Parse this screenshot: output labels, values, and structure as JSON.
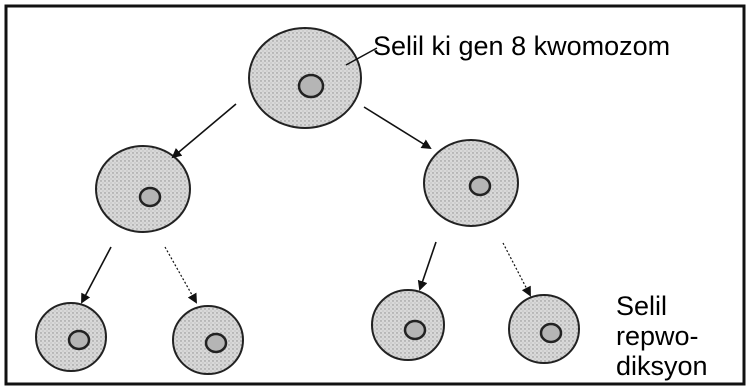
{
  "labels": {
    "parent_cell": "Selil ki gen 8 kwomozom",
    "reproduction_cells": [
      "Selil",
      "repwo-",
      "diksyon"
    ]
  },
  "colors": {
    "stroke": "#111111",
    "cell_fill": "#d8d8d8",
    "nucleus_fill": "#b8b8b8",
    "background": "#ffffff"
  }
}
